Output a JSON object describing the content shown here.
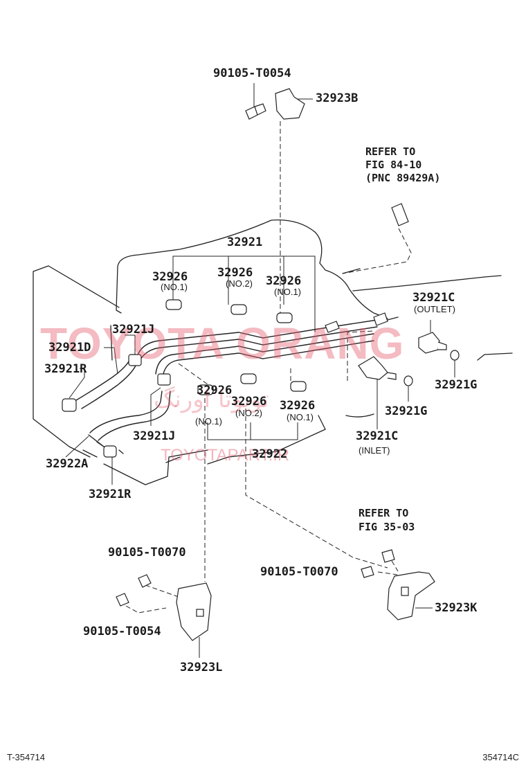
{
  "watermark": {
    "brand": "TOYOTA ORANG",
    "url": "TOYOTAPART.IR",
    "persian": "تویوتا اورنگ"
  },
  "footer": {
    "left_id": "T-354714",
    "right_id": "354714C"
  },
  "parts": {
    "bolt_top": "90105-T0054",
    "bracket_b": "32923B",
    "refer_fig84": [
      "REFER TO",
      "FIG 84-10",
      "(PNC 89429A)"
    ],
    "tube_group": "32921",
    "clamp_no1_upper_left": "32926",
    "clamp_no1_upper_left_note": "(NO.1)",
    "clamp_no2_upper": "32926",
    "clamp_no2_upper_note": "(NO.2)",
    "clamp_no1_upper_right": "32926",
    "clamp_no1_upper_right_note": "(NO.1)",
    "outlet_fitting": "32921C",
    "outlet_note": "(OUTLET)",
    "clip_j_upper": "32921J",
    "hose_d": "32921D",
    "clamp_r_upper": "32921R",
    "gasket_g_right": "32921G",
    "gasket_g_lower": "32921G",
    "clamp_no1_lower_left": "32926",
    "clamp_no1_lower_left_note": "(NO.1)",
    "clamp_no2_lower": "32926",
    "clamp_no2_lower_note": "(NO.2)",
    "clamp_no1_lower_right": "32926",
    "clamp_no1_lower_right_note": "(NO.1)",
    "clip_j_lower": "32921J",
    "inlet_fitting": "32921C",
    "inlet_note": "(INLET)",
    "hose_a": "32922A",
    "clamp_group": "32922",
    "clamp_r_lower": "32921R",
    "refer_fig35": [
      "REFER TO",
      "FIG 35-03"
    ],
    "bolt_left_a": "90105-T0070",
    "bolt_right": "90105-T0070",
    "bracket_k": "32923K",
    "bolt_left_b": "90105-T0054",
    "bracket_l": "32923L"
  }
}
